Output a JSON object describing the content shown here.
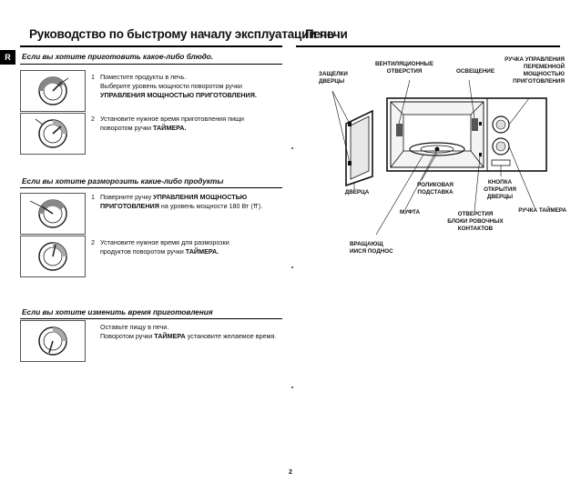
{
  "side_tab": "R",
  "left": {
    "title": "Руководство по быстрому началу эксплуатации печи",
    "sections": [
      {
        "heading": "Если вы хотите приготовить какое-либо блюдо.",
        "steps": [
          {
            "num": "1",
            "text": "Поместите продукты в печь.\nВыберите уровень мощности поворотом ручки",
            "bold": "УПРАВЛЕНИЯ МОЩНОСТЬЮ ПРИГОТОВЛЕНИЯ."
          },
          {
            "num": "2",
            "text": "Установите нужное время приготовления пищи\nповоротом ручки",
            "bold": "ТАЙМЕРА."
          }
        ]
      },
      {
        "heading": "Если вы хотите разморозить какие-либо продукты",
        "steps": [
          {
            "num": "1",
            "text": "Поверните ручку",
            "bold": "УПРАВЛЕНИЯ МОЩНОСТЬЮ ПРИГОТОВЛЕНИЯ",
            "text2": "на уровень мощности 180 Вт (⇈)."
          },
          {
            "num": "2",
            "text": "Установите нужное время для разморозки\nпродуктов поворотом ручки",
            "bold": "ТАЙМЕРА."
          }
        ]
      },
      {
        "heading": "Если вы хотите изменить время приготовления",
        "steps": [
          {
            "num": "",
            "text": "Оставьте пищу в печи.\nПоворотом ручки",
            "bold": "ТАЙМЕРА",
            "text2": "установите желаемое время."
          }
        ]
      }
    ]
  },
  "right": {
    "title": "Печь",
    "labels": {
      "latches": "ЗАЩЕЛКИ\nДВЕРЦЫ",
      "vents": "ВЕНТИЛЯЦИОННЫЕ\nОТВЕРСТИЯ",
      "light": "ОСВЕЩЕНИЕ",
      "power_knob": "РУЧКА УПРАВЛЕНИЯ\nПЕРЕМЕННОЙ\nМОЩНОСТЬЮ\nПРИГОТОВЛЕНИЯ",
      "door": "ДВЕРЦА",
      "roller": "РОЛИКОВАЯ\nПОДСТАВКА",
      "open_button": "КНОПКА\nОТКРЫТИЯ\nДВЕРЦЫ",
      "timer_knob": "РУЧКА ТАЙМЕРА",
      "coupler": "МУФТА",
      "interlock": "ОТВЕРСТИЯ\nБЛОКИ РОВОЧНЫХ\nКОНТАКТОВ",
      "turntable": "ВРАЩАЮЩ\nИИСЯ ПОДНОС"
    }
  },
  "page_number": "2"
}
